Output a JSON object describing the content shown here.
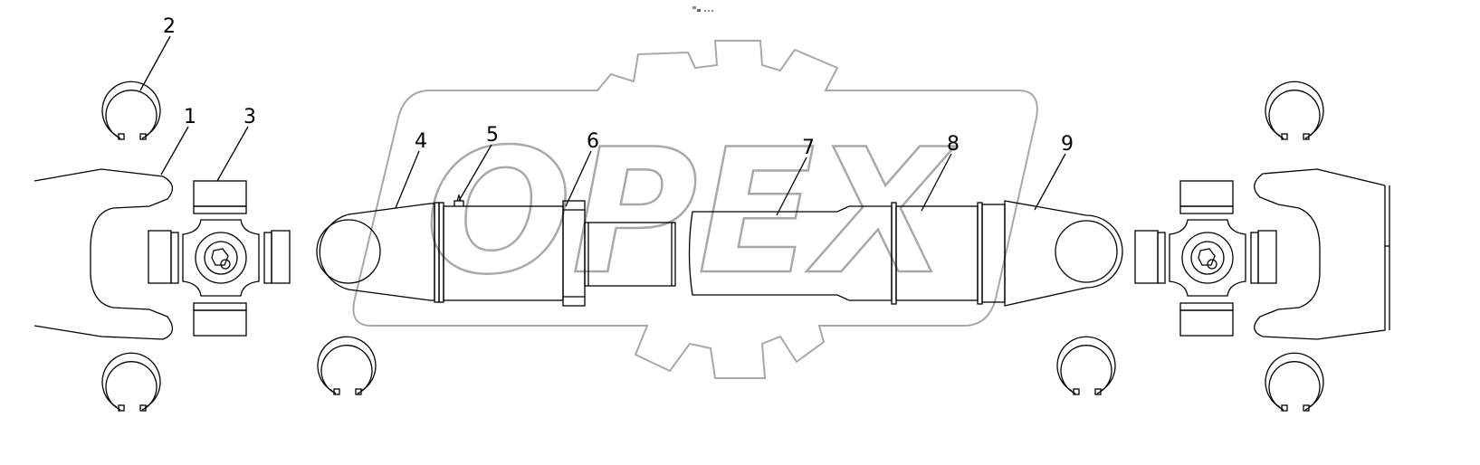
{
  "diagram": {
    "watermark": "OPEX",
    "callouts": [
      {
        "label": "1",
        "part": "yoke"
      },
      {
        "label": "2",
        "part": "snap-ring"
      },
      {
        "label": "3",
        "part": "universal-joint-cross"
      },
      {
        "label": "4",
        "part": "cylinder-end-eye"
      },
      {
        "label": "5",
        "part": "grease-fitting"
      },
      {
        "label": "6",
        "part": "gland-nut"
      },
      {
        "label": "7",
        "part": "inner-tube"
      },
      {
        "label": "8",
        "part": "outer-tube"
      },
      {
        "label": "9",
        "part": "rod-end-eye"
      }
    ],
    "line_color": "#000000",
    "watermark_color": "#a8a8a8"
  }
}
